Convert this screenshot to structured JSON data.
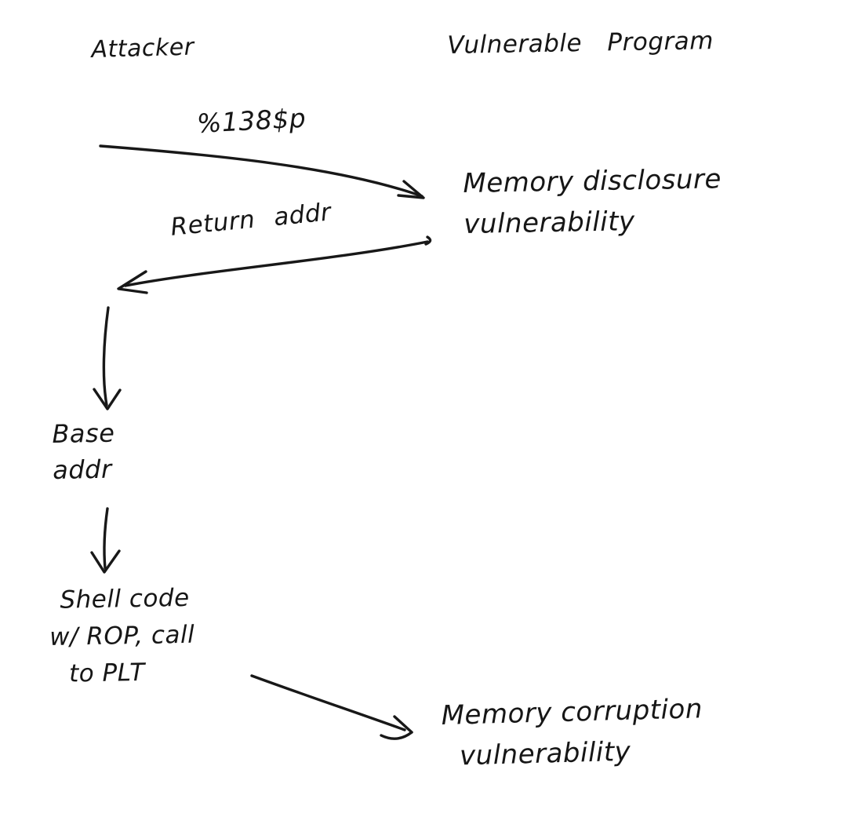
{
  "canvas": {
    "background_color": "#ffffff",
    "ink_color": "#181818",
    "style": "hand-drawn sketch sequence diagram"
  },
  "actors": {
    "attacker": "Attacker",
    "program": "Vulnerable Program"
  },
  "arrows": {
    "format_string": {
      "label": "%138$p",
      "from": "attacker",
      "to": "program",
      "direction": "right"
    },
    "return_addr": {
      "label": "Return addr",
      "from": "program",
      "to": "attacker",
      "direction": "left"
    },
    "to_base_addr": {
      "label": "",
      "from": "attacker",
      "to": "base-addr",
      "direction": "down"
    },
    "to_shellcode": {
      "label": "",
      "from": "base-addr",
      "to": "shellcode",
      "direction": "down"
    },
    "to_corruption": {
      "label": "",
      "from": "shellcode",
      "to": "memory-corruption",
      "direction": "down-right"
    }
  },
  "nodes": {
    "memory_disclosure": {
      "line1": "Memory disclosure",
      "line2": "vulnerability"
    },
    "base_addr": {
      "line1": "Base",
      "line2": "addr"
    },
    "shellcode": {
      "line1": "Shell code",
      "line2": "w/ ROP, call",
      "line3": "to PLT"
    },
    "memory_corruption": {
      "line1": "Memory corruption",
      "line2": "vulnerability"
    }
  }
}
